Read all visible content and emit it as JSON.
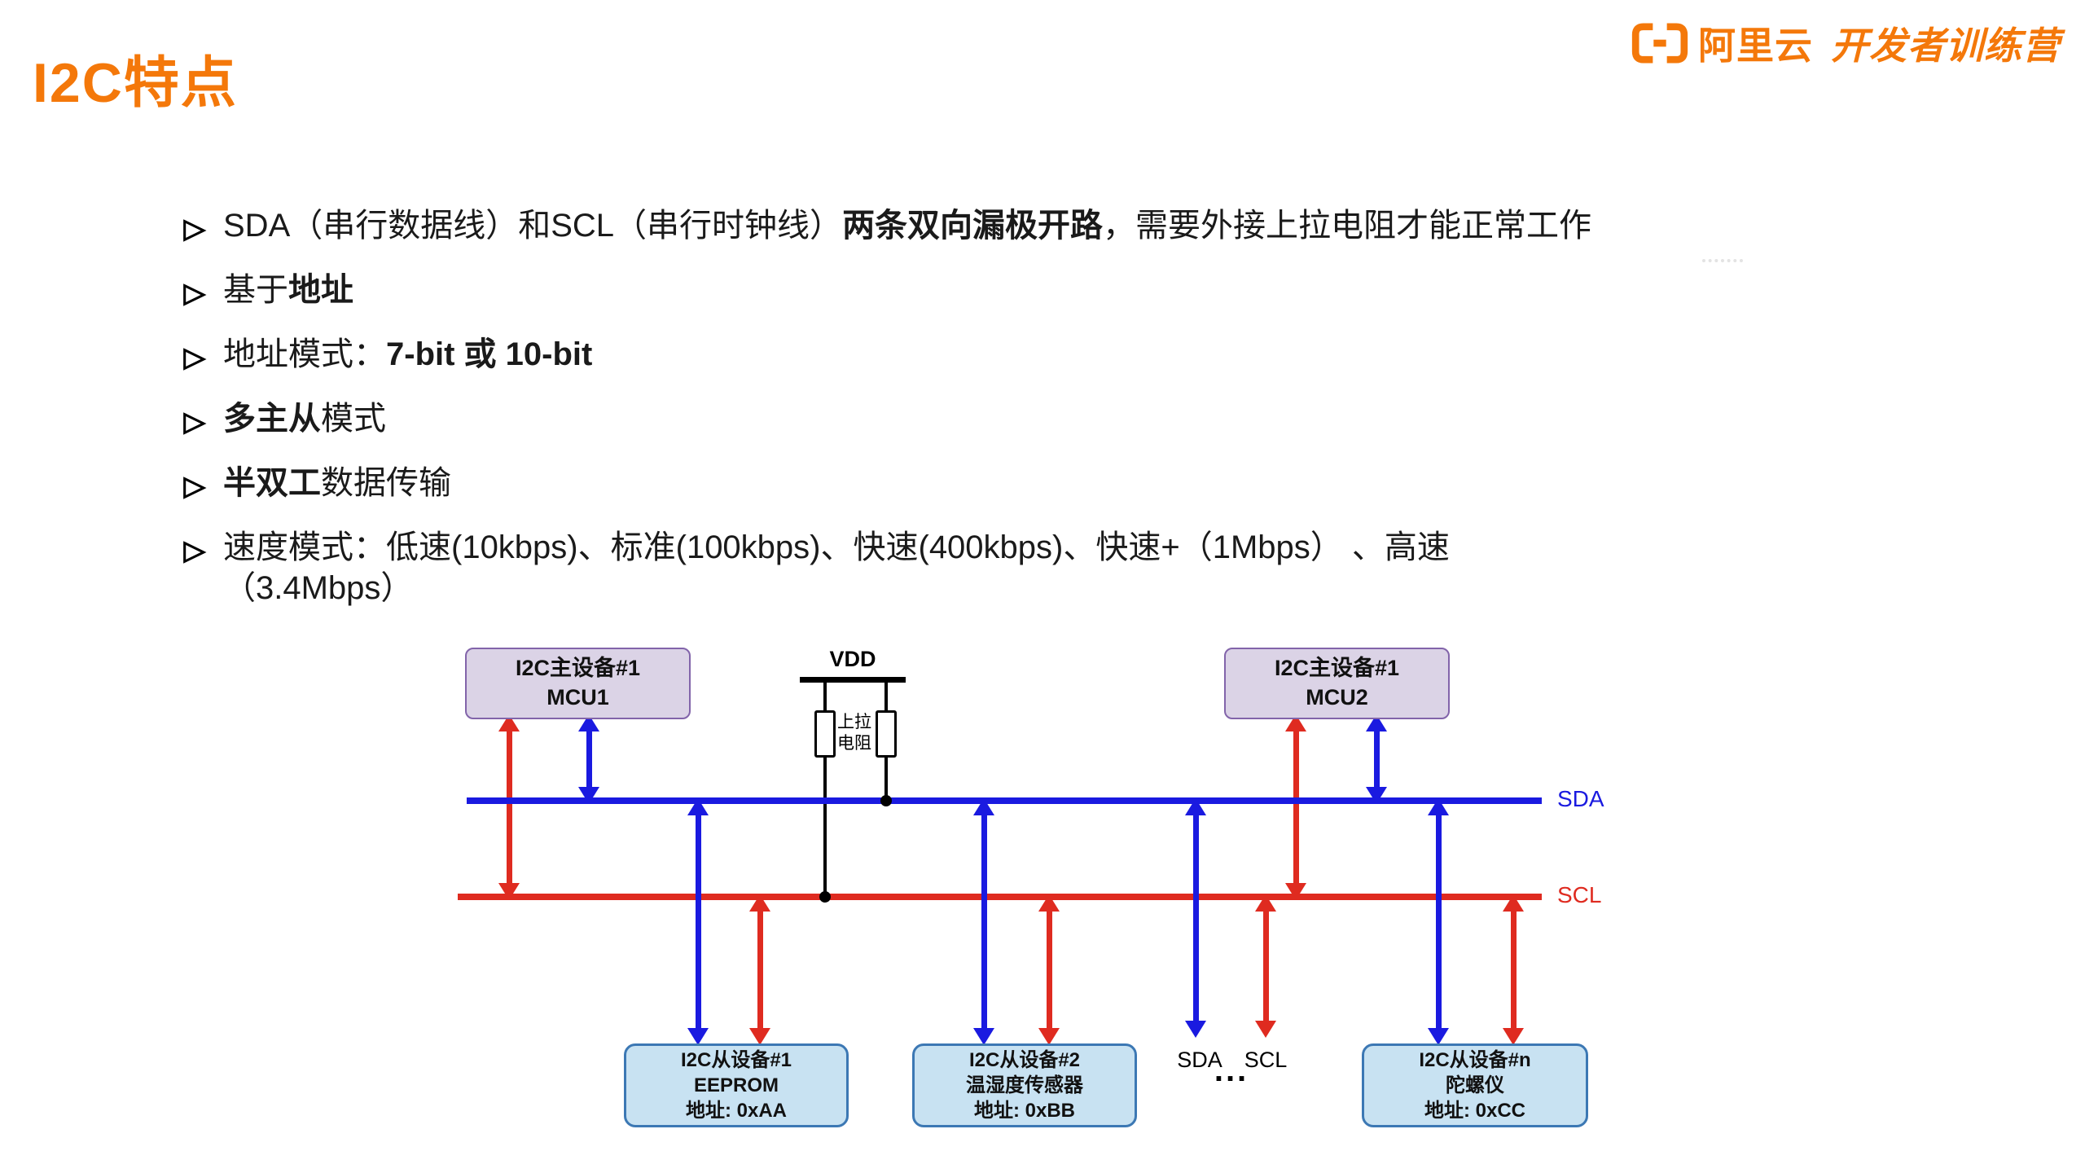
{
  "page": {
    "title": "I2C特点",
    "background": "#ffffff",
    "accent_orange": "#f4780a"
  },
  "logo": {
    "mark_icon": "alibaba-cloud-brackets-icon",
    "brand": "阿里云",
    "suffix": "开发者训练营",
    "color": "#f4780a"
  },
  "bullet_marker": "hollow-right-arrowhead",
  "bullets": [
    {
      "pre": "SDA（串行数据线）和SCL（串行时钟线）",
      "bold": "两条双向漏极开路",
      "post": "，需要外接上拉电阻才能正常工作",
      "line2": ""
    },
    {
      "pre": "基于",
      "bold": "地址",
      "post": "",
      "line2": ""
    },
    {
      "pre": "地址模式：",
      "bold": "7-bit 或 10-bit",
      "post": "",
      "line2": ""
    },
    {
      "pre": "",
      "bold": "多主从",
      "post": "模式",
      "line2": ""
    },
    {
      "pre": "",
      "bold": "半双工",
      "post": "数据传输",
      "line2": ""
    },
    {
      "pre": "速度模式：低速(10kbps)、标准(100kbps)、快速(400kbps)、快速+（1Mbps） 、高速",
      "bold": "",
      "post": "",
      "line2": "（3.4Mbps）"
    }
  ],
  "diagram": {
    "vdd_label": "VDD",
    "pullup_label": "上拉\n电阻",
    "sda_bus_label": "SDA",
    "scl_bus_label": "SCL",
    "mid_sda_label": "SDA",
    "mid_scl_label": "SCL",
    "ellipsis": "...",
    "masters": [
      {
        "line1": "I2C主设备#1",
        "line2": "MCU1"
      },
      {
        "line1": "I2C主设备#1",
        "line2": "MCU2"
      }
    ],
    "slaves": [
      {
        "line1": "I2C从设备#1",
        "line2": "EEPROM",
        "line3": "地址: 0xAA"
      },
      {
        "line1": "I2C从设备#2",
        "line2": "温湿度传感器",
        "line3": "地址: 0xBB"
      },
      {
        "line1": "I2C从设备#n",
        "line2": "陀螺仪",
        "line3": "地址: 0xCC"
      }
    ],
    "colors": {
      "sda_blue": "#1a1ae0",
      "scl_red": "#df2b20",
      "master_fill": "#dbd3e6",
      "master_border": "#8264aa",
      "slave_fill": "#c8e2f2",
      "slave_border": "#3c78b4"
    }
  }
}
